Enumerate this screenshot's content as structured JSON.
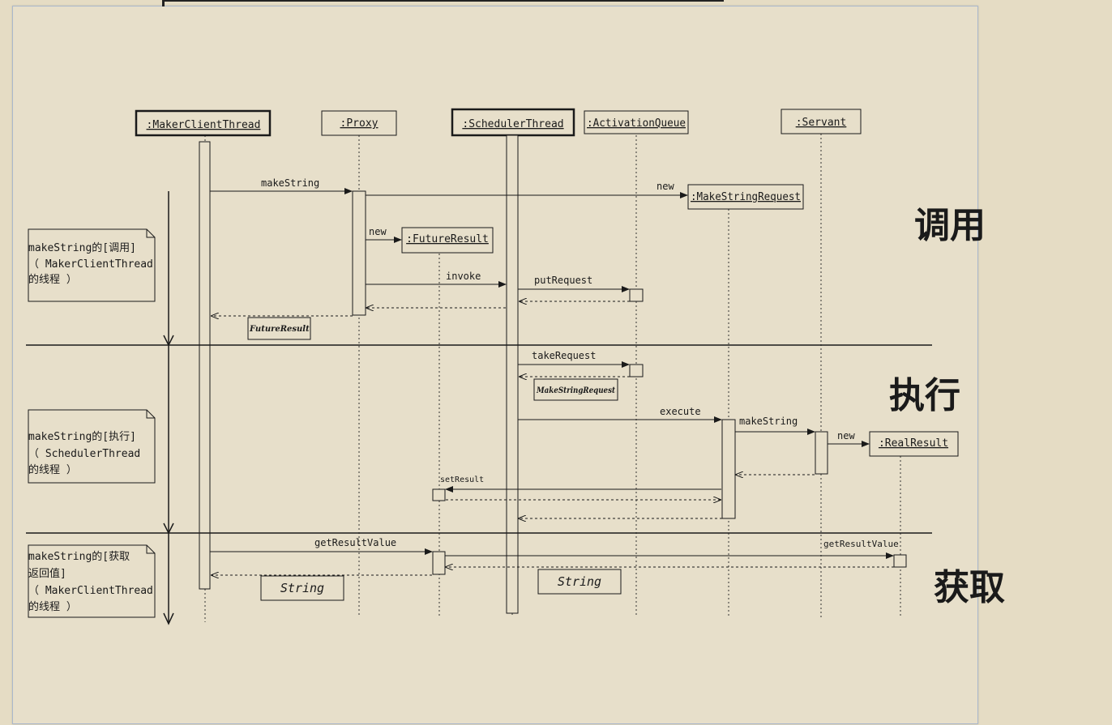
{
  "participants": [
    {
      "id": "mct",
      "label": ":MakerClientThread",
      "bold": true
    },
    {
      "id": "proxy",
      "label": ":Proxy",
      "bold": false
    },
    {
      "id": "st",
      "label": ":SchedulerThread",
      "bold": true
    },
    {
      "id": "aq",
      "label": ":ActivationQueue",
      "bold": false
    },
    {
      "id": "servant",
      "label": ":Servant",
      "bold": false
    }
  ],
  "created_objects": [
    {
      "id": "msr",
      "label": ":MakeStringRequest"
    },
    {
      "id": "fr",
      "label": ":FutureResult"
    },
    {
      "id": "rr",
      "label": ":RealResult"
    }
  ],
  "messages": {
    "m1": "makeString",
    "m2": "new",
    "m3": "new",
    "m4": "invoke",
    "m5": "putRequest",
    "m6": "takeRequest",
    "m7": "execute",
    "m8": "makeString",
    "m9": "new",
    "m10": "setResult",
    "m11": "getResultValue",
    "m12": "getResultValue"
  },
  "return_labels": {
    "r1": "FutureResult",
    "r2": "MakeStringRequest",
    "r3": "String",
    "r4": "String"
  },
  "notes": [
    {
      "lines": [
        "makeString的[调用]",
        "（ MakerClientThread",
        "的线程 ）"
      ]
    },
    {
      "lines": [
        "makeString的[执行]",
        "（ SchedulerThread",
        "的线程 ）"
      ]
    },
    {
      "lines": [
        "makeString的[获取",
        "返回值]",
        "（ MakerClientThread",
        "的线程 ）"
      ]
    }
  ],
  "phases": [
    "调用",
    "执行",
    "获取"
  ]
}
